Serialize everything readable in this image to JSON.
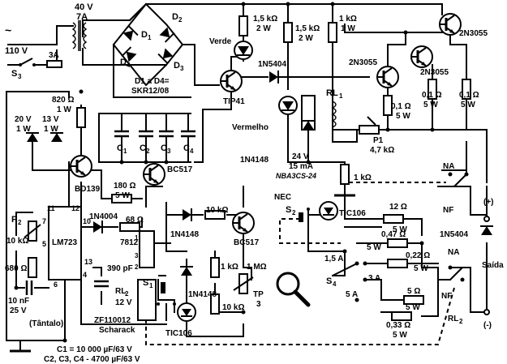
{
  "labels": {
    "v40": "40 V",
    "a7": "7A",
    "v110": "110 V",
    "tilde": "~",
    "s3": "S",
    "s3sub": "3",
    "fuse": "3A",
    "d1": "D",
    "d1s": "1",
    "d2": "D",
    "d2s": "2",
    "d3": "D",
    "d3s": "3",
    "d4": "D",
    "d4s": "4",
    "dnote1": "D1 a D4=",
    "dnote2": "SKR12/08",
    "r15a": "1,5 kΩ",
    "r15a2": "2 W",
    "verde": "Verde",
    "r15b": "1,5 kΩ",
    "r15b2": "2 W",
    "r1k": "1 kΩ",
    "r1k2": "1 W",
    "q2n1": "2N3055",
    "q2n2": "2N3055",
    "q2n3": "2N3055",
    "d1n5404a": "1N5404",
    "tip41": "TIP41",
    "r820": "820 Ω",
    "r820b": "1 W",
    "z20": "20 V",
    "z20b": "1 W",
    "z13": "13 V",
    "z13b": "1 W",
    "c1": "C",
    "c1s": "1",
    "c2": "C",
    "c2s": "2",
    "c3": "C",
    "c3s": "3",
    "c4": "C",
    "c4s": "4",
    "re1": "0,1 Ω",
    "re1b": "5 W",
    "re2": "0,1 Ω",
    "re2b": "5 W",
    "re3": "0,1 Ω",
    "re3b": "5 W",
    "rl1": "RL",
    "rl1s": "1",
    "vermelho": "Vermelho",
    "p1": "P1",
    "p1v": "4,7 kΩ",
    "d1n4148a": "1N4148",
    "rl1v": "24 V",
    "rl1i": "15 mA",
    "rl1p": "NBA3CS-24",
    "r1kb": "1 kΩ",
    "bd139": "BD139",
    "bc517a": "BC517",
    "r180": "180 Ω",
    "r180b": "5 W",
    "d1n4004": "1N4004",
    "r68": "68 Ω",
    "p2": "P",
    "p2s": "2",
    "p2v": "10 kΩ",
    "lm723": "LM723",
    "r680": "680 Ω",
    "c10n": "10 nF",
    "c10nv": "25 V",
    "tantalo": "(Tântalo)",
    "reg7812": "7812",
    "c390": "390 pF",
    "rl2": "RL",
    "rl2s": "2",
    "rl2v": "12 V",
    "zf": "ZF110012",
    "zf2": "Scharack",
    "s1": "S",
    "s1s": "1",
    "d1n4148b": "1N4148",
    "d1n4148c": "1N4148",
    "r10ka": "10 kΩ",
    "bc517b": "BC517",
    "r1kc": "1 kΩ",
    "r1m": "1 MΩ",
    "tp": "TP",
    "tps": "3",
    "r10kb": "10 kΩ",
    "tic106a": "TIC106",
    "nec": "NEC",
    "s2": "S",
    "s2s": "2",
    "tic106b": "TIC106",
    "r12": "12 Ω",
    "r12b": "5 W",
    "na1": "NA",
    "nf1": "NF",
    "plus": "(+)",
    "minus": "(-)",
    "d1n5404b": "1N5404",
    "saida": "Saída",
    "r047": "0,47 Ω",
    "r047b": "5 W",
    "r022": "0,22 Ω",
    "r022b": "5 W",
    "s4a": "1,5 A",
    "s4b": "3 A",
    "s4c": "5 A",
    "s4": "S",
    "s4s": "4",
    "r5a": "5 Ω",
    "r5ab": "5 W",
    "r033": "0,33 Ω",
    "r033b": "5 W",
    "na2": "NA",
    "nf2": "NF",
    "rl2o": "RL",
    "rl2os": "2",
    "pin11": "11",
    "pin12": "12",
    "pin10": "10",
    "pin7": "7",
    "pin5": "5",
    "pin13": "13",
    "pin4": "4",
    "pin6": "6",
    "p1pin": "1",
    "p2pin": "2",
    "p3pin": "3",
    "note1": "C1 = 10 000 µF/63 V",
    "note2": "C2, C3, C4 - 4700 µF/63 V"
  }
}
